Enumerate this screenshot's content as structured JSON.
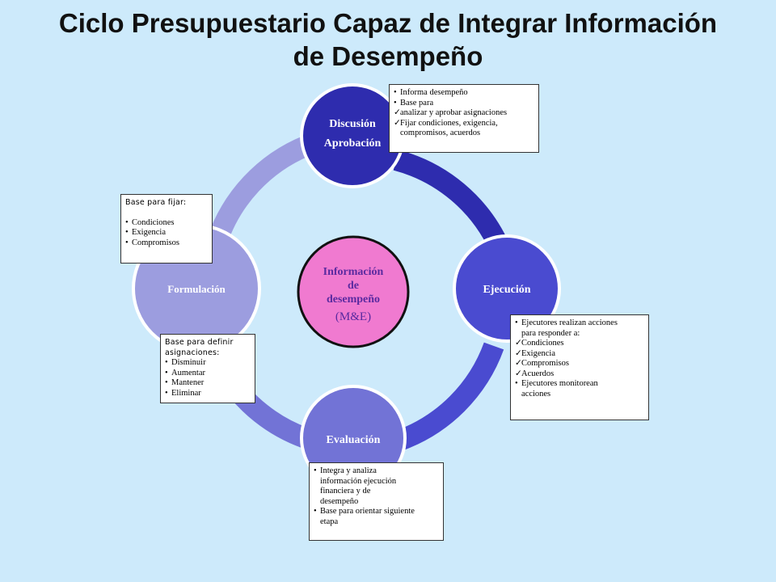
{
  "title": {
    "line1": "Ciclo Presupuestario Capaz de Integrar Información",
    "line2": "de Desempeño"
  },
  "colors": {
    "background": "#cdeafb",
    "discusion": "#2e2cae",
    "ejecucion": "#4a4bd0",
    "evaluacion": "#7273d6",
    "formulacion": "#9c9ddf",
    "center": "#f07ad0"
  },
  "stages": {
    "discusion": {
      "line1": "Discusión",
      "line2": "Aprobación"
    },
    "ejecucion": {
      "label": "Ejecución"
    },
    "evaluacion": {
      "label": "Evaluación"
    },
    "formulacion": {
      "label": "Formulación"
    }
  },
  "center": {
    "line1": "Información",
    "line2": "de",
    "line3": "desempeño",
    "line4": "(M&E)"
  },
  "notes": {
    "aprobacion": [
      {
        "marker": "•",
        "text": "Informa desempeño"
      },
      {
        "marker": "•",
        "text": "Base para"
      },
      {
        "marker": "✓",
        "text": "analizar y aprobar asignaciones"
      },
      {
        "marker": "✓",
        "text": "Fijar condiciones, exigencia,"
      },
      {
        "marker": "",
        "text": "compromisos, acuerdos"
      }
    ],
    "fijar": {
      "heading": "Base para fijar:",
      "items": [
        {
          "marker": "•",
          "text": "Condiciones"
        },
        {
          "marker": "•",
          "text": "Exigencia"
        },
        {
          "marker": "•",
          "text": "Compromisos"
        }
      ]
    },
    "definir": {
      "heading1": "Base para definir",
      "heading2": "asignaciones:",
      "items": [
        {
          "marker": "•",
          "text": "Disminuir"
        },
        {
          "marker": "•",
          "text": "Aumentar"
        },
        {
          "marker": "•",
          "text": "Mantener"
        },
        {
          "marker": "•",
          "text": "Eliminar"
        }
      ]
    },
    "ejecucion": [
      {
        "marker": "•",
        "text": "Ejecutores realizan acciones"
      },
      {
        "marker": "",
        "text": "para responder a:"
      },
      {
        "marker": "✓",
        "text": "Condiciones"
      },
      {
        "marker": "✓",
        "text": "Exigencia"
      },
      {
        "marker": "✓",
        "text": "Compromisos"
      },
      {
        "marker": "✓",
        "text": "Acuerdos"
      },
      {
        "marker": "•",
        "text": "Ejecutores monitorean"
      },
      {
        "marker": "",
        "text": "acciones"
      }
    ],
    "evaluacion": [
      {
        "marker": "•",
        "text": "Integra y analiza"
      },
      {
        "marker": "",
        "text": "información ejecución"
      },
      {
        "marker": "",
        "text": "financiera y de"
      },
      {
        "marker": "",
        "text": "desempeño"
      },
      {
        "marker": "•",
        "text": "Base para orientar siguiente"
      },
      {
        "marker": "",
        "text": "etapa"
      }
    ]
  }
}
